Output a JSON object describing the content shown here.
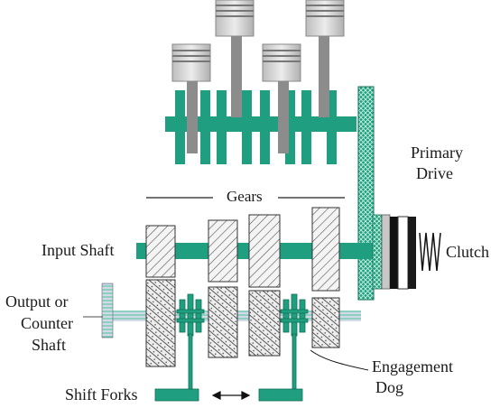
{
  "labels": {
    "gears": "Gears",
    "primary_drive_line1": "Primary",
    "primary_drive_line2": "Drive",
    "input_shaft": "Input Shaft",
    "clutch": "Clutch",
    "output_line1": "Output or",
    "output_line2": "Counter",
    "output_line3": "Shaft",
    "engagement_line1": "Engagement",
    "engagement_line2": "Dog",
    "shift_forks": "Shift Forks"
  },
  "colors": {
    "green": "#1f9f7f",
    "green_dark": "#0f6f55",
    "grey": "#8c8c8c",
    "piston_light": "#d6d6d6",
    "hatch_bg": "#f2f2f2",
    "ink": "#222222"
  }
}
